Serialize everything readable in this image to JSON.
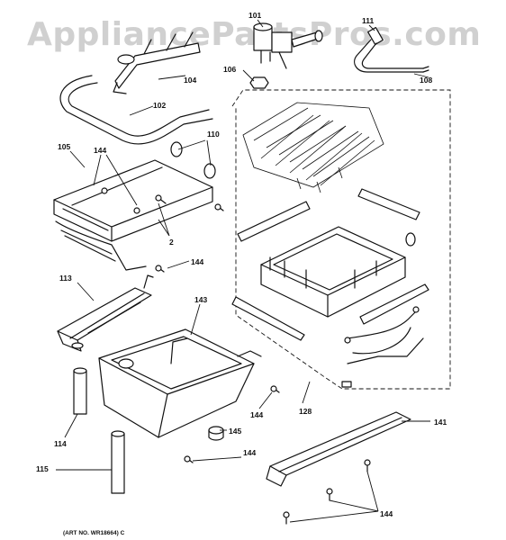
{
  "watermark": "AppliancePartsPros.com",
  "art_number": "(ART NO. WR18664) C",
  "callouts": {
    "p101": "101",
    "p104": "104",
    "p106": "106",
    "p111": "111",
    "p108": "108",
    "p102": "102",
    "p105": "105",
    "p144a": "144",
    "p110": "110",
    "p2": "2",
    "p144b": "144",
    "p113": "113",
    "p143": "143",
    "p128": "128",
    "p144c": "144",
    "p145": "145",
    "p114": "114",
    "p144d": "144",
    "p115": "115",
    "p141": "141",
    "p144e": "144"
  }
}
